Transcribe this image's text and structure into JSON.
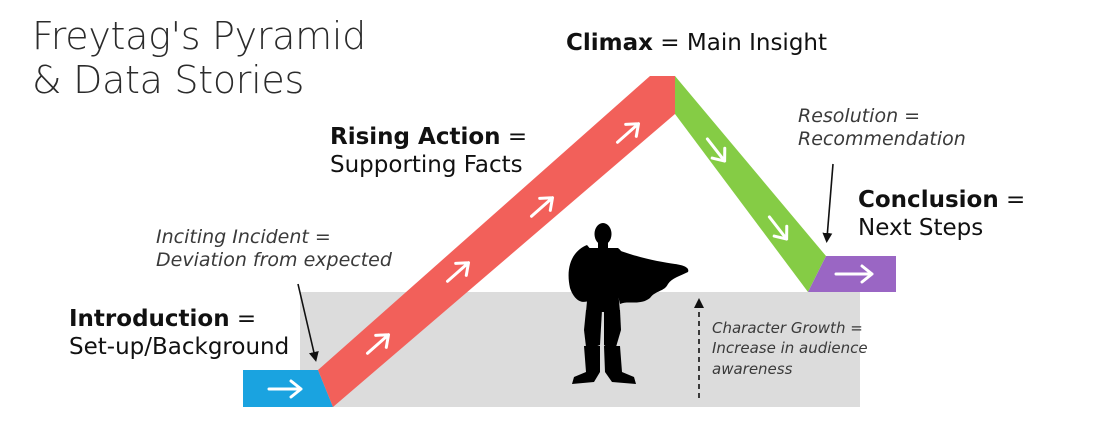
{
  "title": {
    "line1": "Freytag's Pyramid",
    "line2": "& Data Stories"
  },
  "stages": {
    "climax": {
      "term": "Climax",
      "sep": " = ",
      "meaning": "Main Insight"
    },
    "rising_action": {
      "term": "Rising Action",
      "sep": " =",
      "meaning": "Supporting Facts"
    },
    "introduction": {
      "term": "Introduction",
      "sep": " =",
      "meaning": "Set-up/Background"
    },
    "conclusion": {
      "term": "Conclusion",
      "sep": " =",
      "meaning": "Next Steps"
    }
  },
  "notes": {
    "inciting_incident": {
      "line1": "Inciting Incident =",
      "line2": "Deviation from expected"
    },
    "resolution": {
      "line1": "Resolution =",
      "line2": "Recommendation"
    },
    "character_growth": {
      "line1": "Character Growth =",
      "line2": "Increase in audience",
      "line3": "awareness"
    }
  },
  "colors": {
    "introduction": "#1aa3e0",
    "rising_action": "#f2605a",
    "falling_action": "#85cc45",
    "conclusion": "#9a66c4",
    "audience_area": "#dcdcdc",
    "hero": "#000000"
  },
  "icons": {
    "segment_arrow": "right-arrow-icon",
    "hero": "superhero-silhouette-icon"
  }
}
